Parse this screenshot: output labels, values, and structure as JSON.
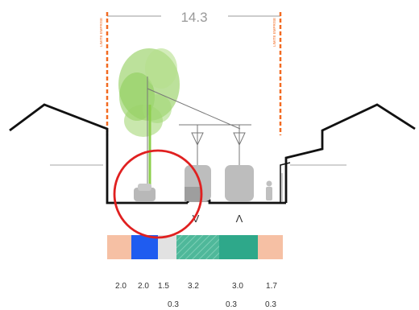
{
  "diagram": {
    "total_width_label": "14.3",
    "limit_label_left": "LIMITE EMPRISE",
    "limit_label_right": "LIMITE EMPRISE",
    "direction_left": "V",
    "direction_right": "Λ",
    "zones": [
      {
        "width": "2.0",
        "color": "#f6c0a4"
      },
      {
        "width": "2.0",
        "color": "#1f5cf0"
      },
      {
        "width": "1.5",
        "color": "#e2e2e2"
      },
      {
        "width": "3.2",
        "color": "#4fb89a",
        "pattern": "hatched"
      },
      {
        "width": "3.0",
        "color": "#2ea88a"
      },
      {
        "width": "1.7",
        "color": "#f6c0a4"
      }
    ],
    "sub_widths": [
      "0.3",
      "0.3",
      "0.3"
    ],
    "colors": {
      "limit_line": "#f26a21",
      "building_outline": "#111111",
      "vehicle": "#b8b8b8",
      "tree": "#8fcf5b",
      "highlight_circle": "#e02020"
    }
  }
}
